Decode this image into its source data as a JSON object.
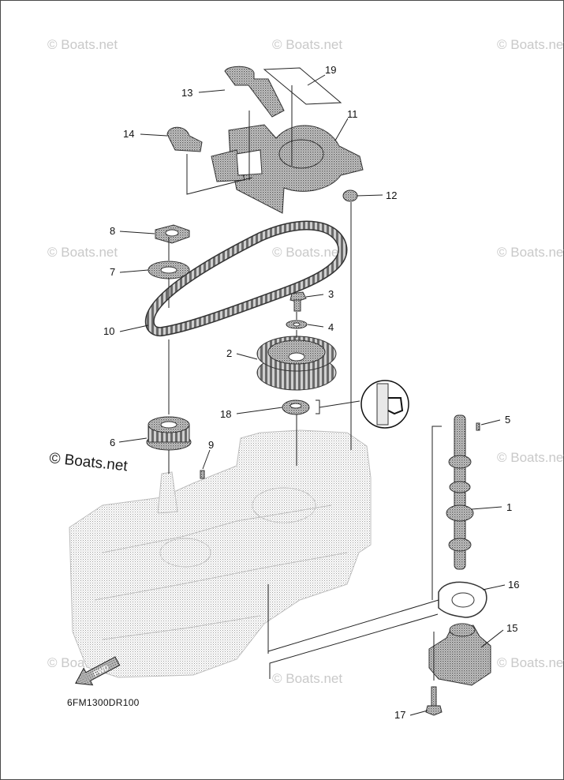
{
  "diagram": {
    "drawing_code": "6FM1300DR100",
    "front_arrow_label": "FWD",
    "watermark": "© Boats.net",
    "callouts": [
      {
        "id": "c1",
        "num": "1"
      },
      {
        "id": "c2",
        "num": "2"
      },
      {
        "id": "c3",
        "num": "3"
      },
      {
        "id": "c4",
        "num": "4"
      },
      {
        "id": "c5",
        "num": "5"
      },
      {
        "id": "c6",
        "num": "6"
      },
      {
        "id": "c7",
        "num": "7"
      },
      {
        "id": "c8",
        "num": "8"
      },
      {
        "id": "c9",
        "num": "9"
      },
      {
        "id": "c10",
        "num": "10"
      },
      {
        "id": "c11",
        "num": "11"
      },
      {
        "id": "c12",
        "num": "12"
      },
      {
        "id": "c13",
        "num": "13"
      },
      {
        "id": "c14",
        "num": "14"
      },
      {
        "id": "c15",
        "num": "15"
      },
      {
        "id": "c16",
        "num": "16"
      },
      {
        "id": "c17",
        "num": "17"
      },
      {
        "id": "c18",
        "num": "18"
      },
      {
        "id": "c19",
        "num": "19"
      }
    ]
  }
}
